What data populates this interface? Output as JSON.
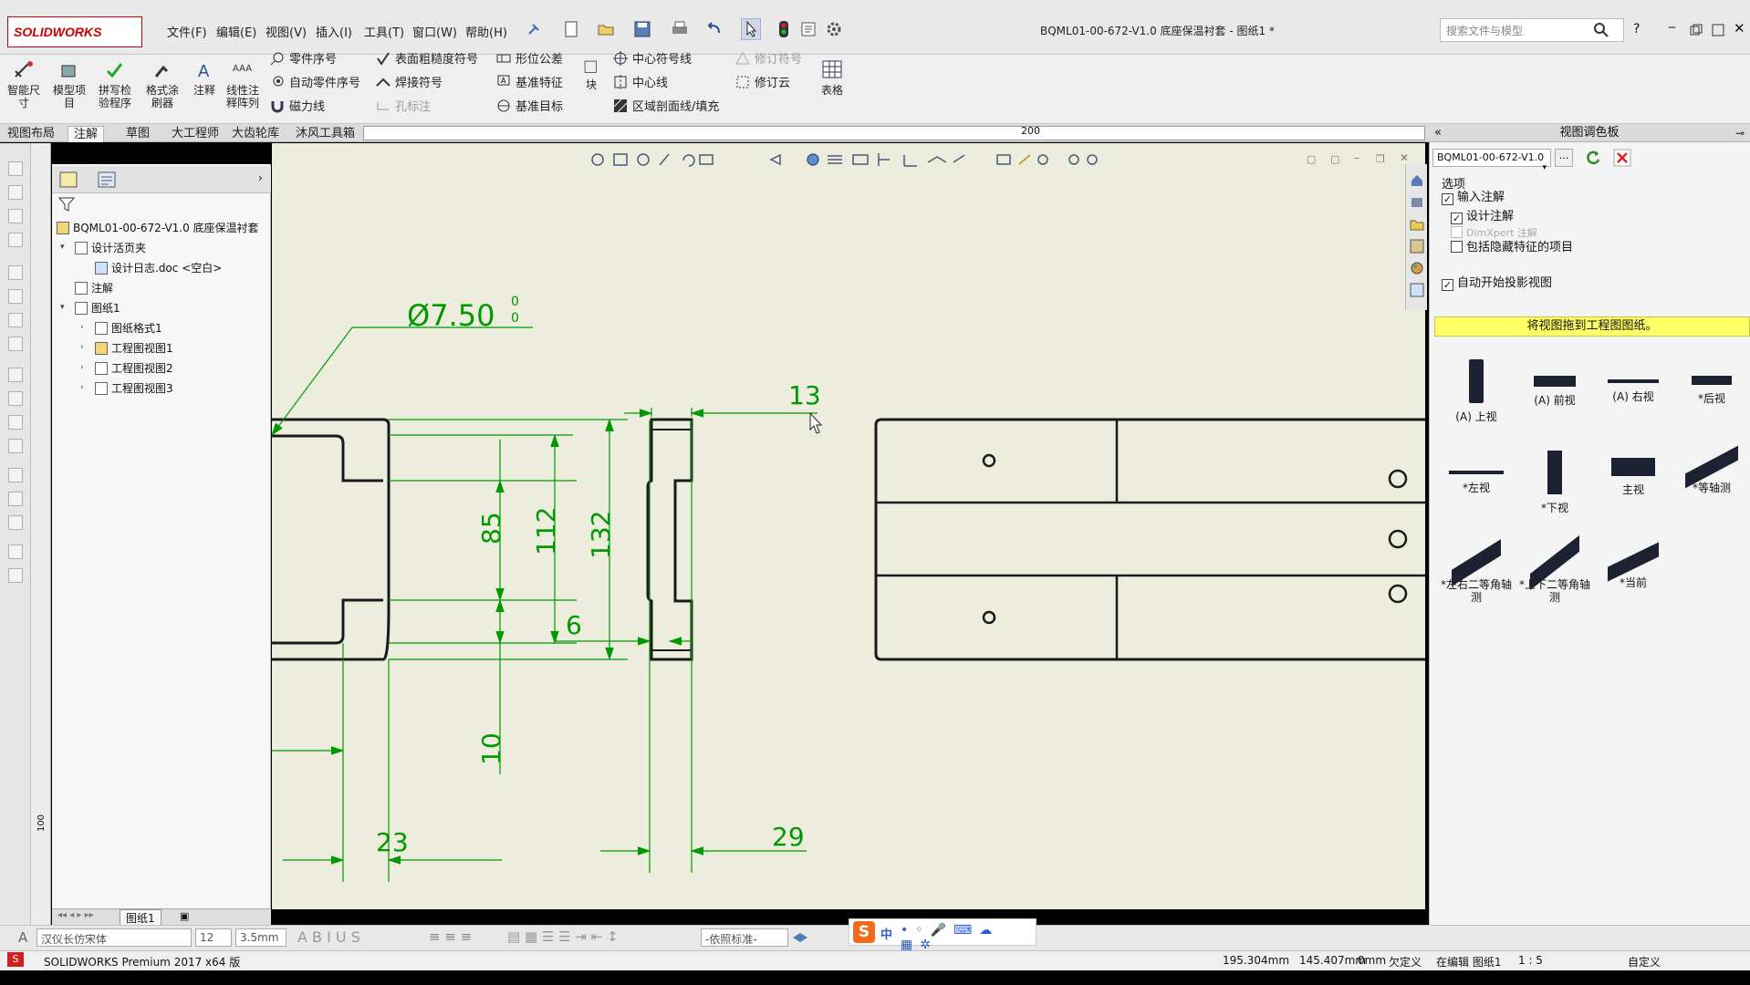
{
  "app": {
    "brand": "SOLIDWORKS",
    "title": "BQML01-00-672-V1.0 底座保温衬套 - 图纸1 *"
  },
  "menu": [
    "文件(F)",
    "编辑(E)",
    "视图(V)",
    "插入(I)",
    "工具(T)",
    "窗口(W)",
    "帮助(H)"
  ],
  "search": {
    "placeholder": "搜索文件与模型"
  },
  "ribbon": {
    "big": [
      {
        "label": "智能尺寸",
        "icon": "smart-dimension-icon"
      },
      {
        "label": "模型项目",
        "icon": "model-items-icon"
      },
      {
        "label": "拼写检验程序",
        "icon": "spell-check-icon"
      },
      {
        "label": "格式涂刷器",
        "icon": "format-painter-icon"
      },
      {
        "label": "注释",
        "icon": "note-icon"
      },
      {
        "label": "线性注释阵列",
        "icon": "linear-note-pattern-icon"
      }
    ],
    "col1": [
      "零件序号",
      "自动零件序号",
      "磁力线"
    ],
    "col2": [
      "表面粗糙度符号",
      "焊接符号",
      "孔标注"
    ],
    "col3": [
      "形位公差",
      "基准特征",
      "基准目标"
    ],
    "block": "块",
    "col4": [
      "中心符号线",
      "中心线",
      "区域剖面线/填充"
    ],
    "col5": [
      "修订符号",
      "修订云"
    ],
    "table": "表格"
  },
  "tabs": [
    "视图布局",
    "注解",
    "草图",
    "大工程师",
    "大齿轮库",
    "沐风工具箱"
  ],
  "tabs_ruler_mark": "200",
  "tree": {
    "root": "BQML01-00-672-V1.0 底座保温衬套",
    "items": [
      {
        "label": "设计活页夹",
        "level": 1,
        "toggle": "▾"
      },
      {
        "label": "设计日志.doc <空白>",
        "level": 2,
        "toggle": ""
      },
      {
        "label": "注解",
        "level": 1,
        "toggle": ""
      },
      {
        "label": "图纸1",
        "level": 1,
        "toggle": "▾"
      },
      {
        "label": "图纸格式1",
        "level": 2,
        "toggle": "›"
      },
      {
        "label": "工程图视图1",
        "level": 2,
        "toggle": "›"
      },
      {
        "label": "工程图视图2",
        "level": 2,
        "toggle": "›"
      },
      {
        "label": "工程图视图3",
        "level": 2,
        "toggle": "›"
      }
    ]
  },
  "drawing": {
    "dims": {
      "diameter": "Ø7.50",
      "diameter_tol": "0",
      "d13": "13",
      "d85": "85",
      "d112": "112",
      "d132": "132",
      "d6": "6",
      "d10": "10",
      "d23": "23",
      "d29": "29"
    },
    "line_color": "#1a1a1a",
    "dim_color": "#009900",
    "background": "#ededde"
  },
  "ruler_label": "100",
  "sheet_tab": "图纸1",
  "palette": {
    "title": "视图调色板",
    "select": "BQML01-00-672-V1.0",
    "options_label": "选项",
    "checks": [
      {
        "label": "输入注解",
        "checked": true
      },
      {
        "label": "设计注解",
        "checked": true
      },
      {
        "label": "DimXpert 注解",
        "checked": false,
        "disabled": true
      },
      {
        "label": "包括隐藏特征的项目",
        "checked": false
      },
      {
        "label": "自动开始投影视图",
        "checked": true
      }
    ],
    "banner": "将视图拖到工程图图纸。",
    "views": [
      {
        "label": "(A) 上视"
      },
      {
        "label": "(A) 前视"
      },
      {
        "label": "(A) 右视"
      },
      {
        "label": "*后视"
      },
      {
        "label": "*左视"
      },
      {
        "label": "*下视"
      },
      {
        "label": "主视"
      },
      {
        "label": "*等轴测"
      },
      {
        "label": "*左右二等角轴测"
      },
      {
        "label": "*上下二等角轴测"
      },
      {
        "label": "*当前"
      }
    ]
  },
  "format_bar": {
    "font": "汉仪长仿宋体",
    "size": "12",
    "height": "3.5mm",
    "standard": "-依照标准-"
  },
  "status": {
    "product": "SOLIDWORKS Premium 2017 x64 版",
    "x": "195.304mm",
    "y": "145.407mm",
    "z": "0mm",
    "state": "欠定义",
    "editing": "在编辑 图纸1",
    "scale": "1 : 5",
    "custom": "自定义"
  },
  "ime": {
    "label": "中"
  }
}
